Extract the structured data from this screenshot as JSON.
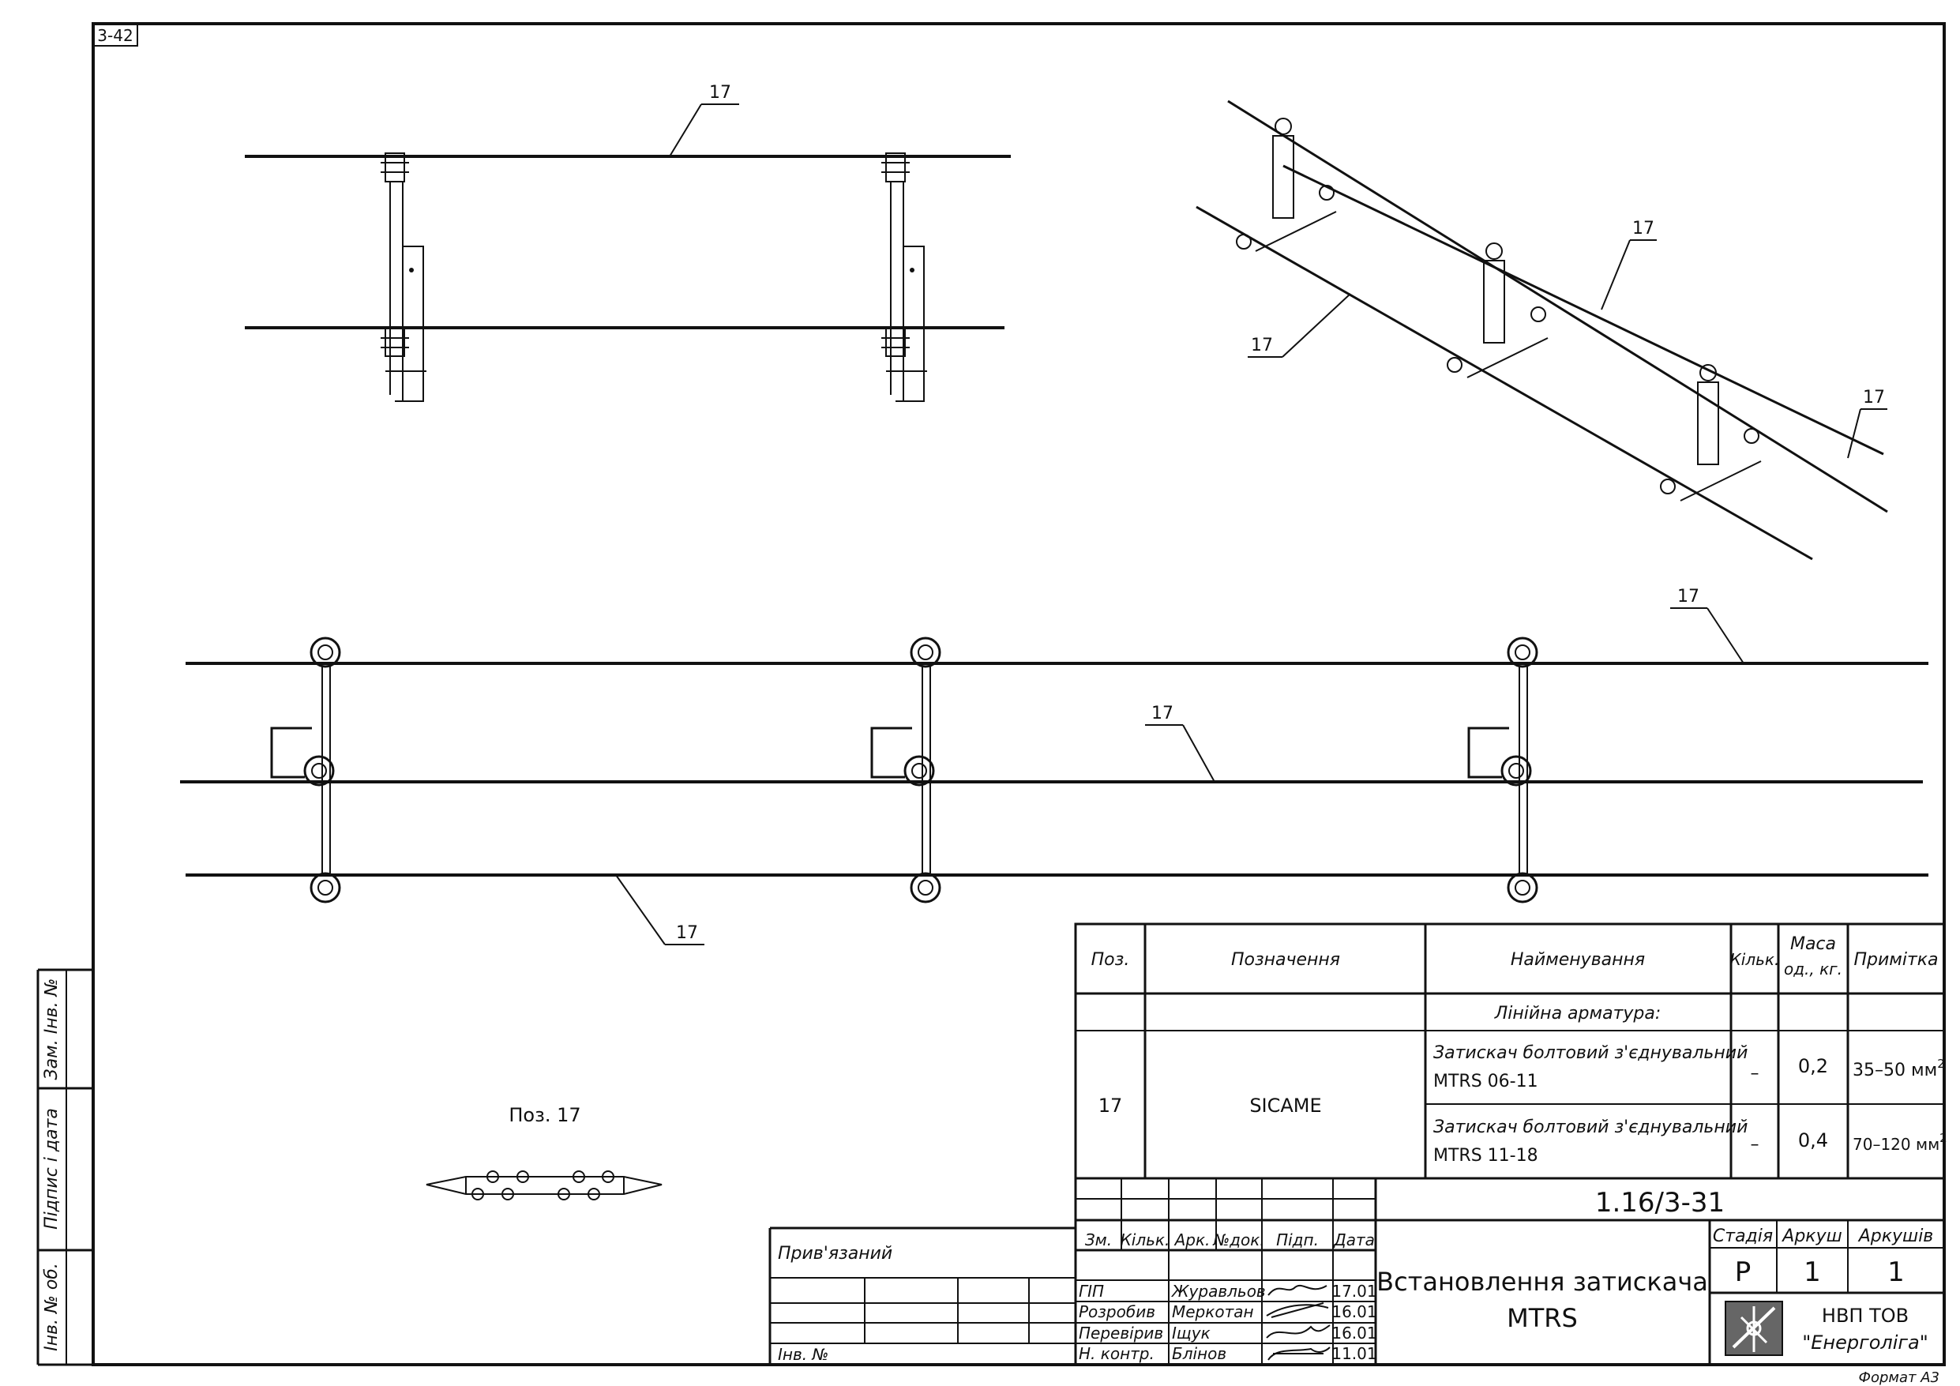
{
  "sheet_corner_label": "3-42",
  "position_label": "17",
  "side_columns": [
    "Зам. Інв. №",
    "Підпис і дата",
    "Інв. № об."
  ],
  "detail_caption": "Поз. 17",
  "specification": {
    "headers": {
      "pos": "Поз.",
      "designation": "Позначення",
      "name": "Найменування",
      "qty": "Кільк.",
      "mass_line1": "Маса",
      "mass_line2": "од., кг.",
      "note": "Примітка"
    },
    "group_title": "Лінійна арматура:",
    "pos": "17",
    "designation": "SICAME",
    "rows": [
      {
        "name_line1": "Затискач болтовий з'єднувальний",
        "name_line2": "MTRS 06-11",
        "qty": "–",
        "mass": "0,2",
        "note": "35–50 мм",
        "note_sup": "2"
      },
      {
        "name_line1": "Затискач болтовий з'єднувальний",
        "name_line2": "MTRS 11-18",
        "qty": "–",
        "mass": "0,4",
        "note": "70–120 мм",
        "note_sup": "2"
      }
    ]
  },
  "title_block": {
    "doc_code": "1.16/3-31",
    "linked_label": "Прив'язаний",
    "inv_label": "Інв. №",
    "col_headers": [
      "Зм.",
      "Кільк.",
      "Арк.",
      "№док.",
      "Підп.",
      "Дата"
    ],
    "signers": [
      {
        "role": "ГІП",
        "name": "Журавльов",
        "date": "17.01"
      },
      {
        "role": "Розробив",
        "name": "Меркотан",
        "date": "16.01"
      },
      {
        "role": "Перевірив",
        "name": "Іщук",
        "date": "16.01"
      },
      {
        "role": "Н. контр.",
        "name": "Блінов",
        "date": "11.01"
      }
    ],
    "title_line1": "Встановлення затискача",
    "title_line2": "MTRS",
    "stage_label": "Стадія",
    "sheet_label": "Аркуш",
    "sheets_label": "Аркушів",
    "stage": "Р",
    "sheet": "1",
    "sheets": "1",
    "company_line1": "НВП ТОВ",
    "company_line2": "\"Енерголіга\""
  },
  "format_label": "Формат А3"
}
